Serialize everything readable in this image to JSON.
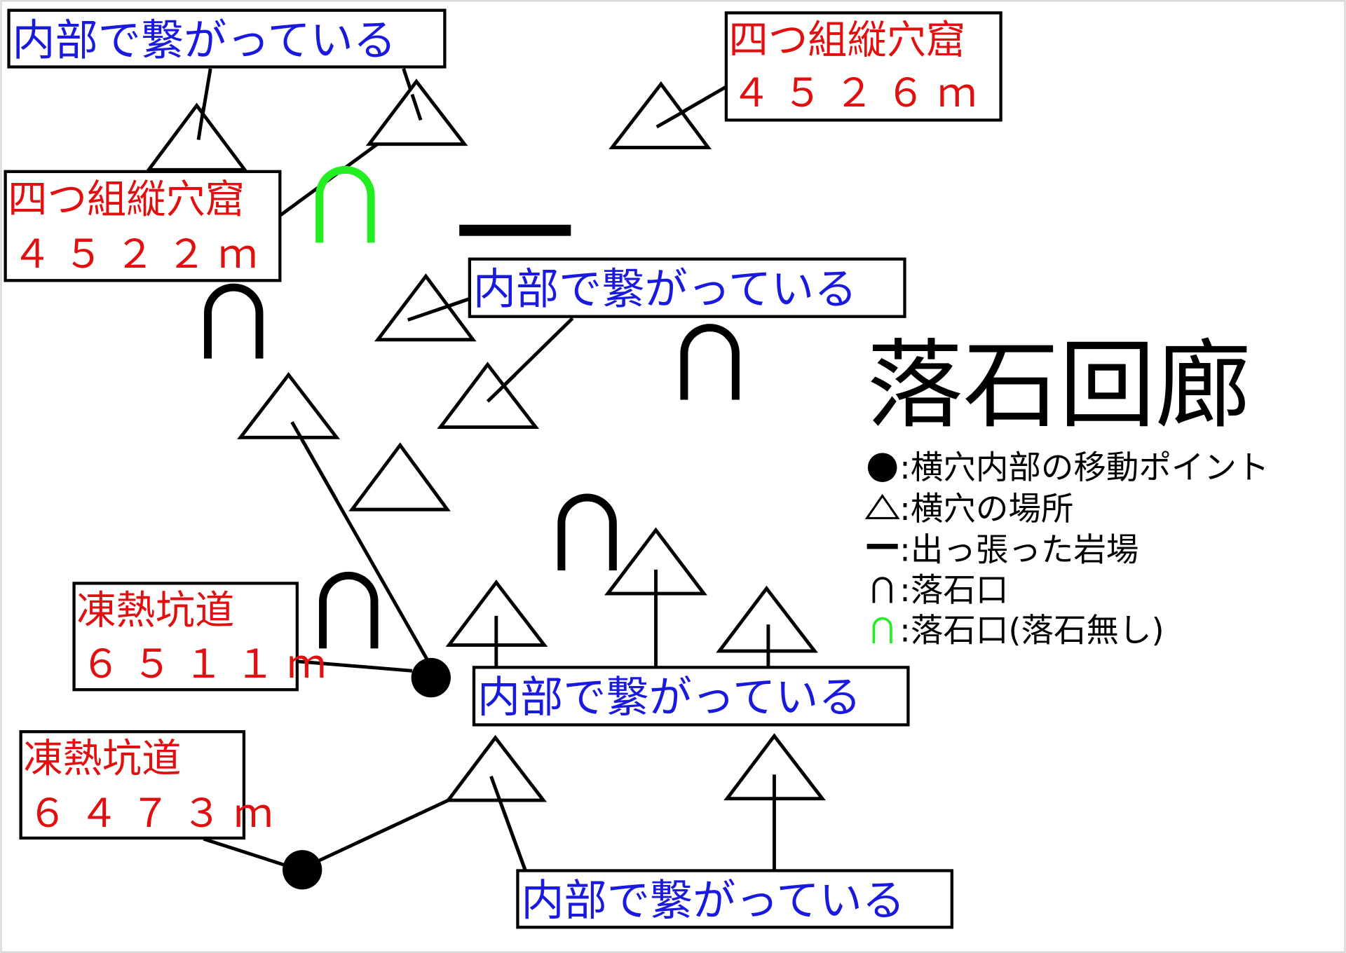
{
  "title": "落石回廊",
  "connected_label": "内部で繋がっている",
  "locations": [
    {
      "name": "四つ組縦穴窟",
      "depth": "４５２６ｍ"
    },
    {
      "name": "四つ組縦穴窟",
      "depth": "４５２２ｍ"
    },
    {
      "name": "凍熱坑道",
      "depth": "６５１１ｍ"
    },
    {
      "name": "凍熱坑道",
      "depth": "６４７３ｍ"
    }
  ],
  "legend": [
    {
      "symbol": "●",
      "label": ":横穴内部の移動ポイント"
    },
    {
      "symbol": "△",
      "label": ":横穴の場所"
    },
    {
      "symbol": "━",
      "label": ":出っ張った岩場"
    },
    {
      "symbol": "∩",
      "label": ":落石口"
    },
    {
      "symbol": "∩",
      "label": ":落石口(落石無し)"
    }
  ],
  "colors": {
    "location_text": "#e01010",
    "connected_text": "#1a1adf",
    "no_rockfall": "#22ee22"
  }
}
